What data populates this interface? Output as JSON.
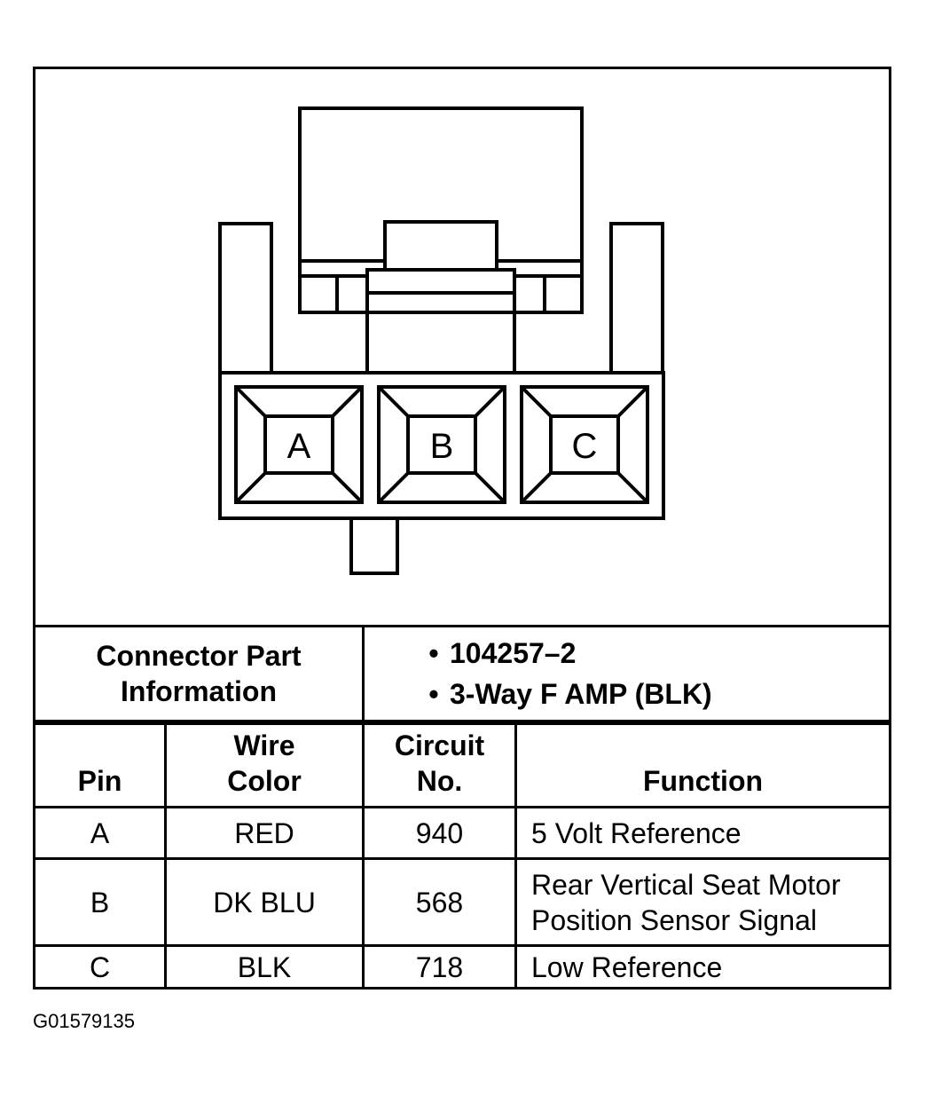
{
  "connector": {
    "pins": [
      "A",
      "B",
      "C"
    ]
  },
  "part_info": {
    "label_line1": "Connector Part",
    "label_line2": "Information",
    "items": [
      "104257–2",
      "3-Way F AMP (BLK)"
    ],
    "bullet": "•"
  },
  "table": {
    "headers": {
      "pin": "Pin",
      "wire_color_1": "Wire",
      "wire_color_2": "Color",
      "circuit_1": "Circuit",
      "circuit_2": "No.",
      "function": "Function"
    },
    "rows": [
      {
        "pin": "A",
        "color": "RED",
        "circuit": "940",
        "function_1": "5 Volt Reference",
        "function_2": ""
      },
      {
        "pin": "B",
        "color": "DK BLU",
        "circuit": "568",
        "function_1": "Rear Vertical Seat Motor",
        "function_2": "Position Sensor Signal"
      },
      {
        "pin": "C",
        "color": "BLK",
        "circuit": "718",
        "function_1": "Low Reference",
        "function_2": ""
      }
    ]
  },
  "figure_id": "G01579135"
}
